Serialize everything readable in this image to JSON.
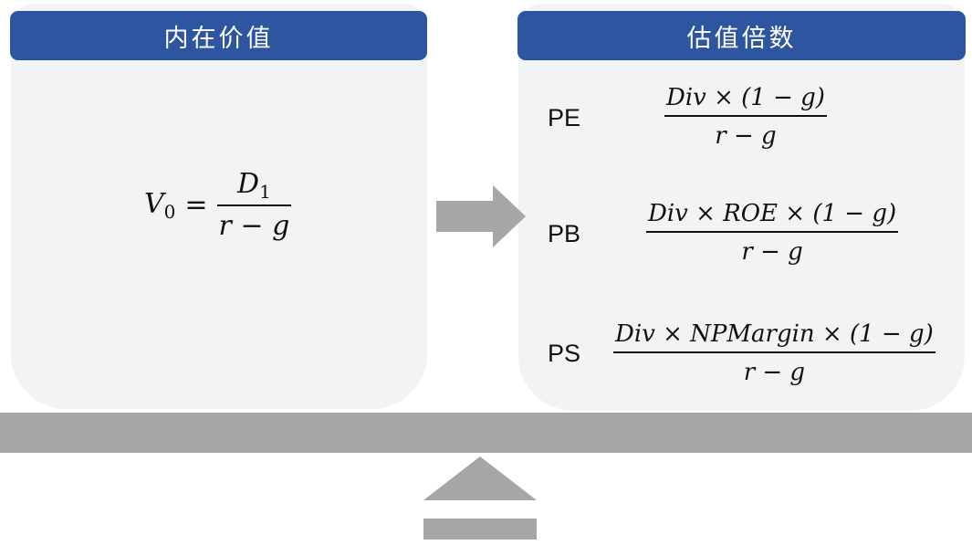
{
  "left_panel": {
    "header": "内在价值"
  },
  "right_panel": {
    "header": "估值倍数"
  },
  "intrinsic_formula": {
    "lhs_var": "V",
    "lhs_sub": "0",
    "eq": "=",
    "num_var": "D",
    "num_sub": "1",
    "den": "r − g"
  },
  "multiples": [
    {
      "label": "PE",
      "numerator": "Div × (1 − g)",
      "denominator": "r − g"
    },
    {
      "label": "PB",
      "numerator": "Div × ROE × (1 − g)",
      "denominator": "r − g"
    },
    {
      "label": "PS",
      "numerator": "Div × NPMargin × (1 − g)",
      "denominator": "r − g"
    }
  ],
  "colors": {
    "header_bg": "#2e559f",
    "panel_bg": "#f2f3f5",
    "shape_gray": "#a6a6a6"
  },
  "icons": [
    "right-arrow-icon",
    "fulcrum-icon"
  ]
}
